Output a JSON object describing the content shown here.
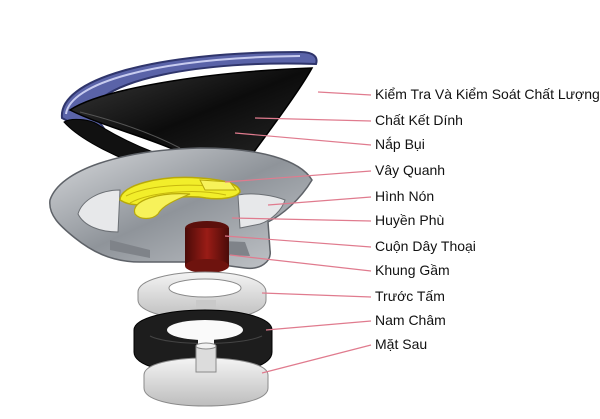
{
  "diagram": {
    "labels": [
      "Kiểm Tra Và Kiểm Soát Chất Lượng",
      "Chất Kết Dính",
      "Nắp Bụi",
      "Vây Quanh",
      "Hình Nón",
      "Huyền Phù",
      "Cuộn Dây Thoại",
      "Khung Gầm",
      "Trước Tấm",
      "Nam Châm",
      "Mặt Sau"
    ],
    "colors": {
      "leader_line": "#e07b8e",
      "cone": "#151515",
      "frame": "#a8acb2",
      "surround": "#f2ee2a",
      "voice_coil": "#7a1410",
      "ring": "#5a63a8",
      "plate": "#e6e6e6",
      "magnet": "#1d1d1d"
    }
  }
}
